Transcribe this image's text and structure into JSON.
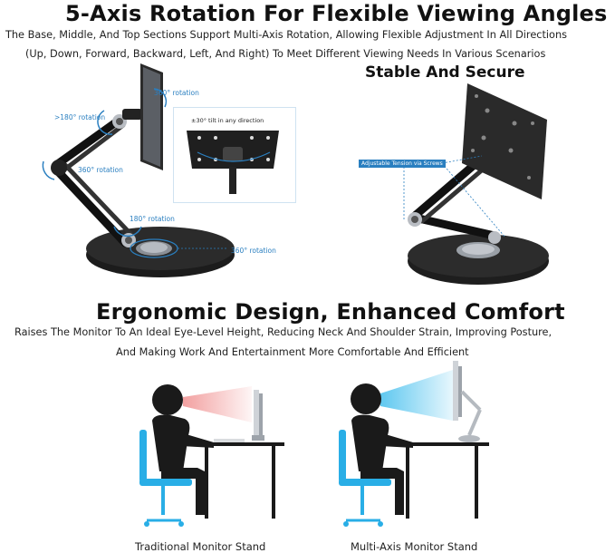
{
  "headline_1": "5-Axis Rotation For Flexible Viewing Angles",
  "subtext_1a": "The Base, Middle, And Top Sections Support Multi-Axis Rotation, Allowing Flexible Adjustment In All Directions",
  "subtext_1b": "(Up, Down, Forward, Backward, Left, And Right) To Meet Different Viewing Needs In Various Scenarios",
  "stable_title": "Stable And Secure",
  "rotation_labels": {
    "top": "360° rotation",
    "upper_joint": ">180° rotation",
    "middle_joint": "360° rotation",
    "lower_joint": "180° rotation",
    "base": "360° rotation"
  },
  "tilt_label": "±30° tilt in any direction",
  "tension_label": "Adjustable Tension via Screws",
  "headline_2": "Ergonomic Design, Enhanced Comfort",
  "subtext_2a": "Raises The Monitor To An Ideal Eye-Level Height, Reducing Neck And Shoulder Strain, Improving Posture,",
  "subtext_2b": "And Making Work And Entertainment More Comfortable And Efficient",
  "caption_left": "Traditional Monitor Stand",
  "caption_right": "Multi-Axis Monitor Stand",
  "colors": {
    "accent_blue": "#2a7fc0",
    "person_black": "#1a1a1a",
    "chair_blue": "#29aee6",
    "view_red": "#f2a0a0",
    "view_blue": "#5fc8f0"
  }
}
